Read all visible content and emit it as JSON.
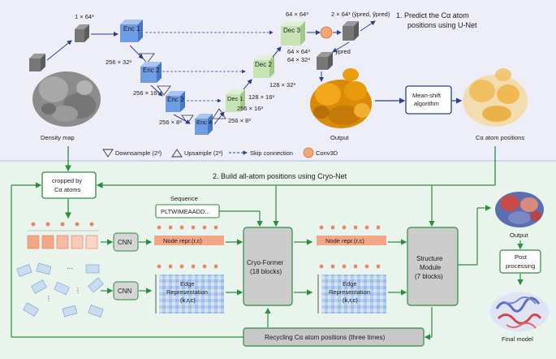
{
  "top": {
    "title_line1": "1. Predict the Cα atom",
    "title_line2": "positions using U-Net",
    "input_size": "1 × 64³",
    "enc1": "Enc 1",
    "enc2": "Enc 2",
    "enc3": "Enc 3",
    "enc4": "Enc 4",
    "dec1": "Dec 1",
    "dec2": "Dec 2",
    "dec3": "Dec 3",
    "enc1_size": "256 × 32³",
    "enc2_size": "256 × 16³",
    "enc3_size": "256 × 8³",
    "dec1_size_a": "128 × 16³",
    "dec1_size_b": "256 × 16³",
    "dec1_size_c": "256 × 8³",
    "dec2_size": "128 × 32³",
    "dec3_size_a": "64 × 64³",
    "dec3_size_b": "64 × 64³",
    "dec3_size_c": "64 × 32³",
    "out_size": "2 × 64³ (ŷpred, ỹpred)",
    "ypred": "ŷpred",
    "density_map": "Density map",
    "output": "Output",
    "mean_shift_line1": "Mean-shift",
    "mean_shift_line2": "algorithm",
    "ca_positions": "Cα atom positions",
    "legend_downsample": "Downsample (2³)",
    "legend_upsample": "Upsample (2³)",
    "legend_skip": "Skip connection",
    "legend_conv": "Conv3D"
  },
  "bottom": {
    "title": "2. Build all-atom positions using Cryo-Net",
    "cropped_line1": "cropped by",
    "cropped_line2": "Cα atoms",
    "sequence_label": "Sequence",
    "sequence_value": "PLTWIMEAADD...",
    "cnn1": "CNN",
    "cnn2": "CNN",
    "node_repr": "Node repr.(r,c)",
    "node_repr2": "Node repr.(r,c)",
    "edge_line1": "Edge",
    "edge_line2": "Representation",
    "edge_line3": "(k,r,c)",
    "cryo_former_line1": "Cryo-Former",
    "cryo_former_line2": "(18 blocks)",
    "structure_line1": "Structure",
    "structure_line2": "Module",
    "structure_line3": "(7 blocks)",
    "output": "Output",
    "post_line1": "Post",
    "post_line2": "processing",
    "final_model": "Final model",
    "recycling": "Recycling Cα atom positions (three times)"
  },
  "colors": {
    "top_bg": "#eeeef8",
    "bottom_bg": "#e9f5ec",
    "encoder": "#6f9de4",
    "decoder": "#c6e3b4",
    "conv3d": "#f5a677",
    "green_arrow": "#2e8b3c",
    "blue_arrow": "#2b3f8f",
    "node_fill": "#f4a787",
    "edge_fill": "#aac7ea",
    "gray_box": "#cccccc"
  }
}
